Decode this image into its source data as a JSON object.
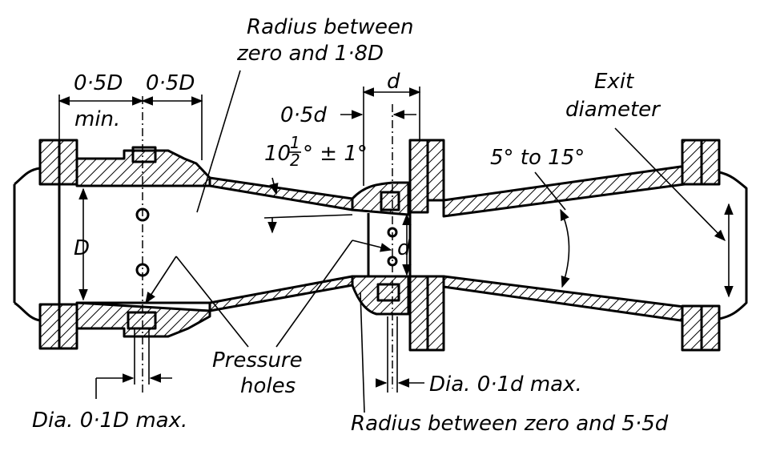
{
  "labels": {
    "radius_throat_line1": "Radius between",
    "radius_throat_line2": "zero and 1·8D",
    "upstream_half_d": "0·5D",
    "upstream_half_d_min": "min.",
    "upstream_half_d_2": "0·5D",
    "half_d_small": "0·5d",
    "small_d_top": "d",
    "converging_angle_main": "10",
    "converging_angle_num": "1",
    "converging_angle_den": "2",
    "converging_angle_tail": "° ± 1°",
    "diverging_angle": "5° to 15°",
    "exit_diameter_line1": "Exit",
    "exit_diameter_line2": "diameter",
    "big_d": "D",
    "small_d_throat": "d",
    "pressure_holes_line1": "Pressure",
    "pressure_holes_line2": "holes",
    "dia_small": "Dia. 0·1d max.",
    "dia_big": "Dia. 0·1D max.",
    "radius_exit": "Radius between zero and 5·5d"
  }
}
